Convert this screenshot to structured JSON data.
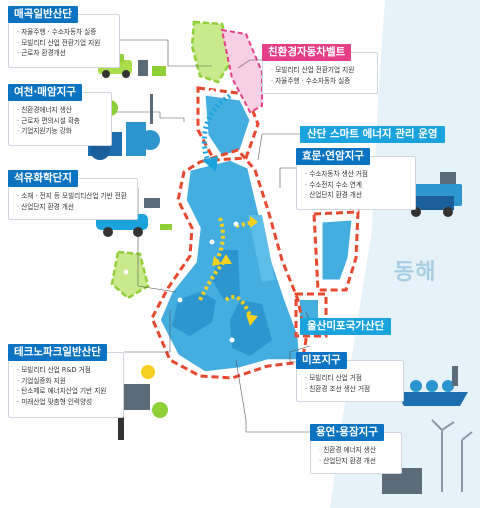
{
  "districts": {
    "maegok": {
      "title": "매곡일반산단",
      "items": [
        "자율주행 · 수소자동차 실증",
        "모빌리티 산업 전환기업 지원",
        "근로자 환경개선"
      ]
    },
    "eco_belt": {
      "title": "친환경자동차벨트",
      "items": [
        "모빌리티 산업 전환기업 지원",
        "자율주행 · 수소자동차 실증"
      ]
    },
    "yeocheon": {
      "title": "여천·매암지구",
      "items": [
        "친환경에너지 생산",
        "근로자 편의시설 확충",
        "기업지원기능 강화"
      ]
    },
    "smart_energy": {
      "title": "산단 스마트 에너지 관리 운영"
    },
    "hyomun": {
      "title": "효문·연암지구",
      "items": [
        "수소자동차 생산 거점",
        "수소전지 수소 연계",
        "산업단지 환경 개선"
      ]
    },
    "petro": {
      "title": "석유화학단지",
      "items": [
        "소재 · 전지 등 모빌리티산업 기반 전환",
        "산업단지 환경 개선"
      ]
    },
    "national": {
      "title": "울산미포국가산단"
    },
    "technopark": {
      "title": "테크노파크일반산단",
      "items": [
        "모빌리티 산업 R&D 거점",
        "기업실증화 지원",
        "탄소제로 에너지산업 기반 지원",
        "미래산업 맞춤형 인력양성"
      ]
    },
    "mipo": {
      "title": "미포지구",
      "items": [
        "모빌리티 산업 거점",
        "친환경 조선 생산 거점"
      ]
    },
    "yongyeon": {
      "title": "용연·용잠지구",
      "items": [
        "친환경 에너지 생산",
        "산업단지 환경 개선"
      ]
    }
  },
  "sea_label": "동해",
  "colors": {
    "title_blue": "#0b73c2",
    "title_pink": "#e63f88",
    "title_cyan": "#1aa3dd",
    "map_blue": "#44aee0",
    "sea": "#e6f2f9",
    "route_red": "#e8482e",
    "green_zone": "#a8dc4a",
    "arrow_yellow": "#f6cf1f"
  }
}
